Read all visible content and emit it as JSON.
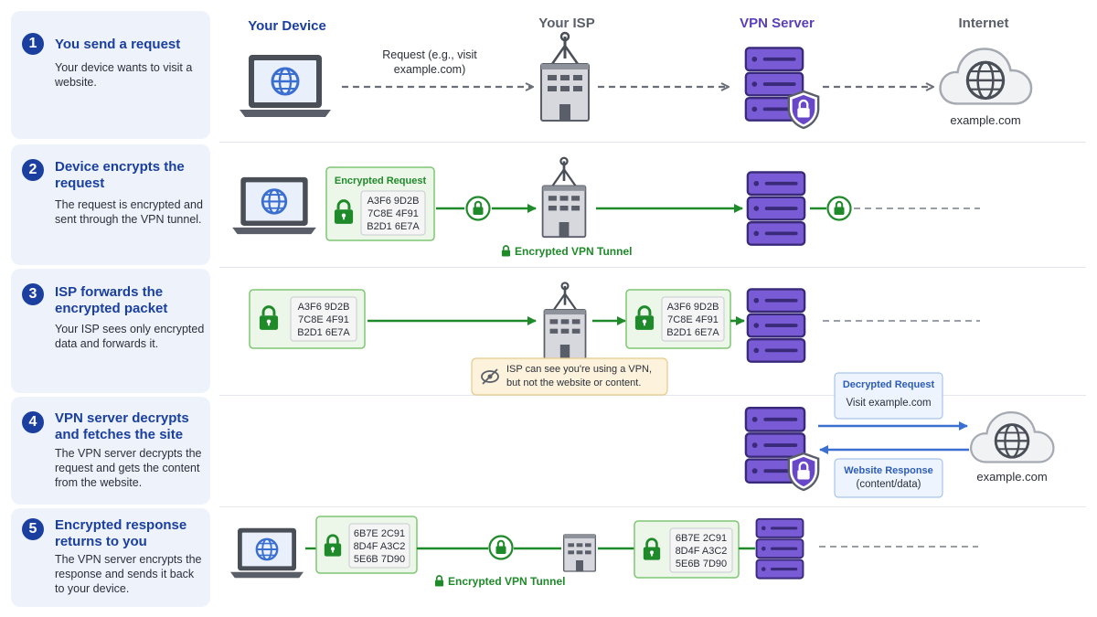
{
  "columns": {
    "device": "Your Device",
    "isp": "Your ISP",
    "vpn": "VPN Server",
    "internet": "Internet"
  },
  "steps": [
    {
      "num": "1",
      "title": "You send a request",
      "desc": "Your device wants to visit a website."
    },
    {
      "num": "2",
      "title": "Device encrypts the request",
      "desc": "The request is encrypted and sent through the VPN tunnel."
    },
    {
      "num": "3",
      "title": "ISP forwards the encrypted packet",
      "desc": "Your ISP sees only encrypted data and forwards it."
    },
    {
      "num": "4",
      "title": "VPN server decrypts and fetches the site",
      "desc": "The VPN server decrypts the request and gets the content from the website."
    },
    {
      "num": "5",
      "title": "Encrypted response returns to you",
      "desc": "The VPN server encrypts the response and sends it back to your device."
    }
  ],
  "row1": {
    "request_label_1": "Request (e.g., visit",
    "request_label_2": "example.com)",
    "site": "example.com"
  },
  "row2": {
    "box_title": "Encrypted Request",
    "cipher": [
      "A3F6 9D2B",
      "7C8E 4F91",
      "B2D1 6E7A"
    ],
    "tunnel_label": "Encrypted VPN Tunnel"
  },
  "row3": {
    "cipher": [
      "A3F6 9D2B",
      "7C8E 4F91",
      "B2D1 6E7A"
    ],
    "note_1": "ISP can see you're using a VPN,",
    "note_2": "but not the website or content."
  },
  "row4": {
    "decrypted_title": "Decrypted Request",
    "decrypted_body": "Visit example.com",
    "response_title": "Website Response",
    "response_body": "(content/data)",
    "site": "example.com"
  },
  "row5": {
    "cipher": [
      "6B7E 2C91",
      "8D4F A3C2",
      "5E6B 7D90"
    ],
    "tunnel_label": "Encrypted VPN Tunnel"
  },
  "colors": {
    "navy": "#1a3f9e",
    "green": "#1f8a2a",
    "green_bg": "#edf7e9",
    "purple": "#6848c9",
    "blue_arrow": "#3b6fd0",
    "grey_dash": "#6b6f78"
  }
}
